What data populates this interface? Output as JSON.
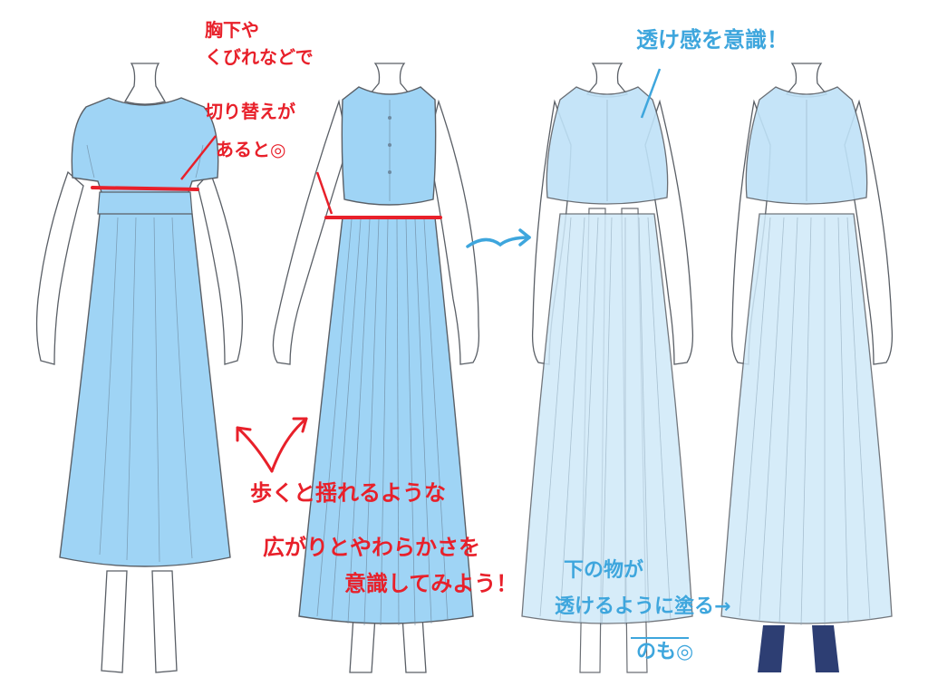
{
  "annotations": {
    "waist_note": [
      "胸下や",
      "くびれなどで",
      "切り替えが",
      "あると◎"
    ],
    "sheer_note": "透け感を意識！",
    "sway_note": [
      "歩くと揺れるような",
      "広がりとやわらかさを",
      "意識してみよう！"
    ],
    "underlay_note": [
      "下の物が",
      "透けるように塗る→",
      "のも◎"
    ]
  },
  "colors": {
    "dress_blue": "#9fd4f5",
    "sheer_blue": "#cfe9f9",
    "line_gray": "#5a5f66",
    "accent_red": "#e8202a",
    "note_blue": "#3ea6dd",
    "underlay_navy": "#2d3e73"
  }
}
